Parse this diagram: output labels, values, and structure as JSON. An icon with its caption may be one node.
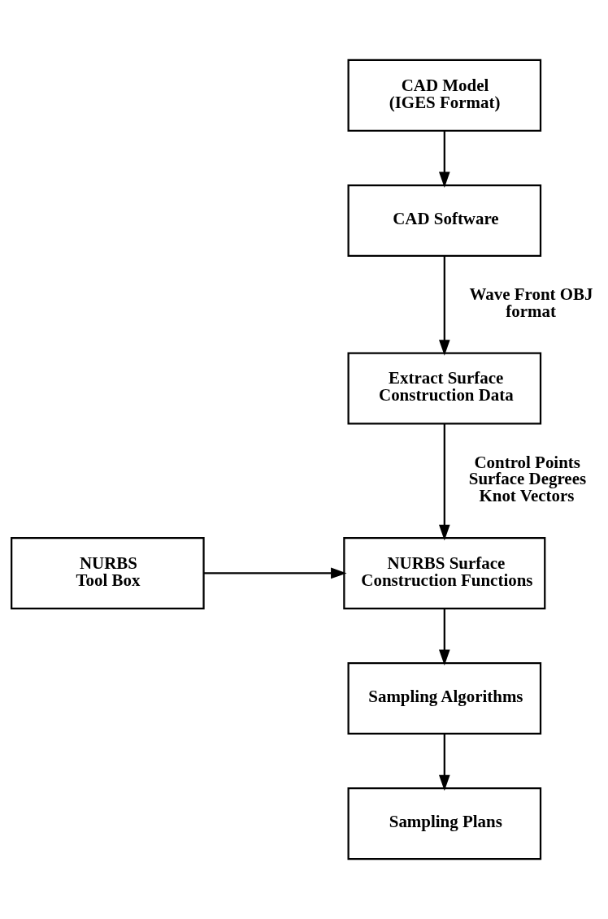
{
  "diagram": {
    "nodes": [
      {
        "text": [
          "CAD Model (IGES Format)"
        ]
      },
      {
        "text": [
          "CAD Software"
        ]
      },
      {
        "text": [
          "Extract Surface Construction Data"
        ]
      },
      {
        "text": [
          "NURBS Tool Box"
        ]
      },
      {
        "text": [
          "NURBS Surface Construction Functions"
        ]
      },
      {
        "text": [
          "Sampling Algorithms"
        ]
      },
      {
        "text": [
          "Sampling Plans"
        ]
      }
    ],
    "edges": [
      {
        "from": 0,
        "to": 1,
        "arrow": "to"
      },
      {
        "from": 1,
        "to": 2,
        "arrow": "to",
        "label": "Wave Front OBJ format"
      },
      {
        "from": 2,
        "to": 4,
        "arrow": "to",
        "label": "Control Points Surface Degrees Knot Vectors"
      },
      {
        "from": 3,
        "to": 4,
        "arrow": "to"
      },
      {
        "from": 4,
        "to": 5,
        "arrow": "to"
      },
      {
        "from": 5,
        "to": 6,
        "arrow": "to"
      }
    ]
  }
}
